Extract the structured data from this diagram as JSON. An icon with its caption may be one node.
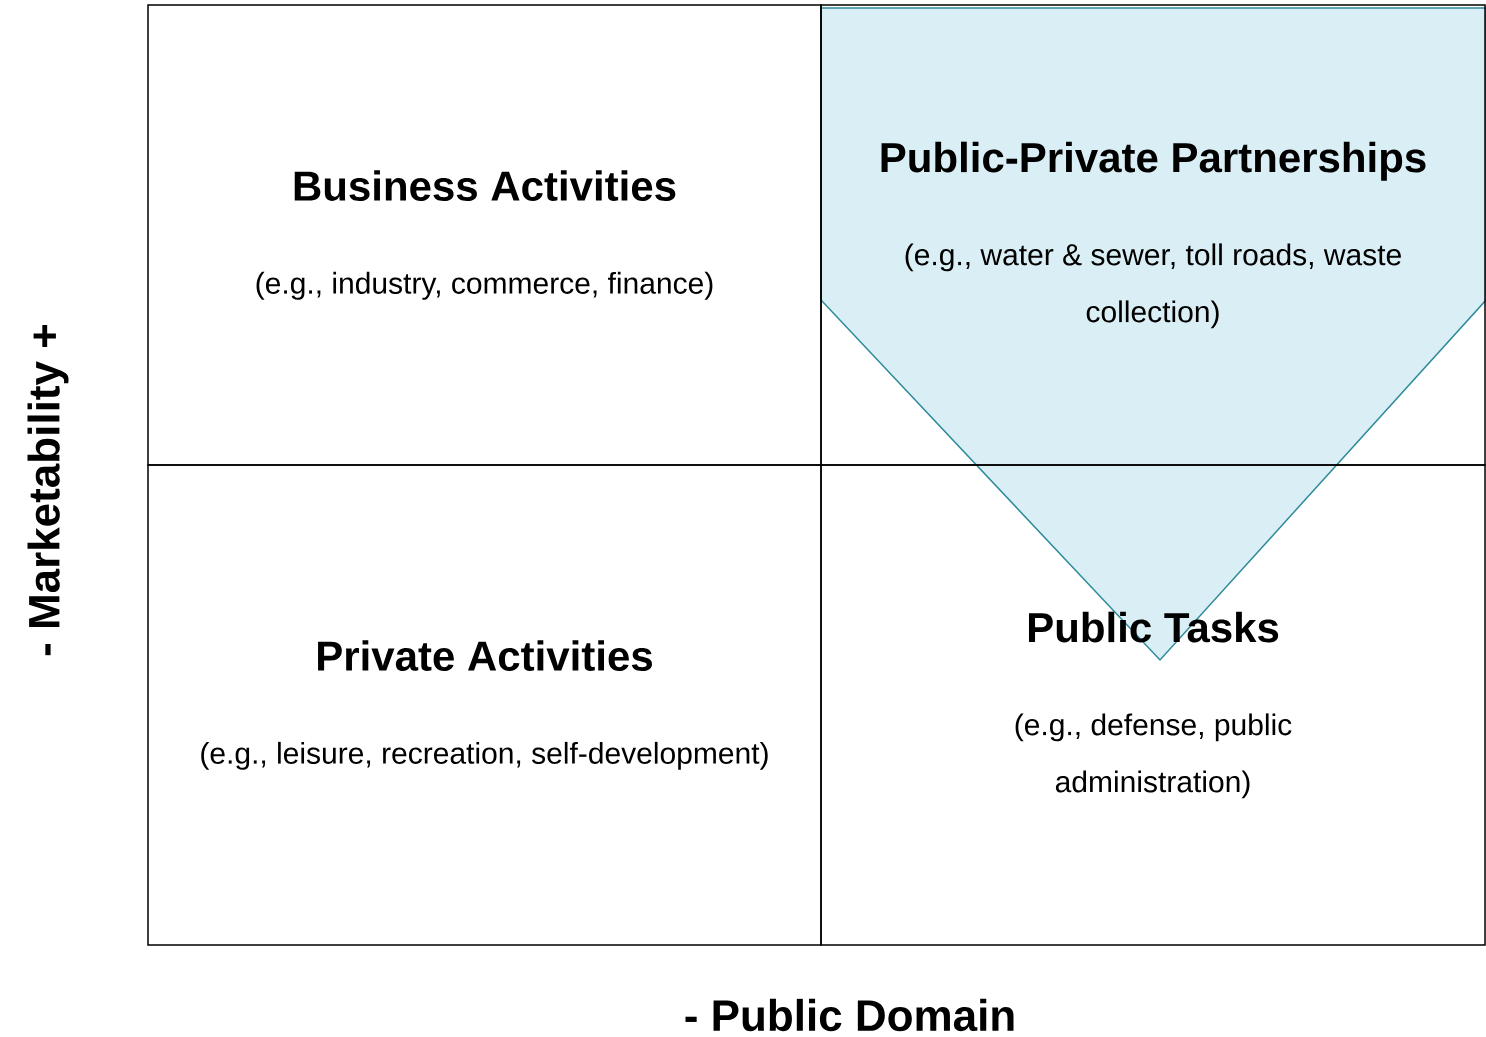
{
  "diagram": {
    "nodes": [
      {
        "text": [
          "Business Activities",
          "(e.g., industry, commerce, finance)"
        ]
      },
      {
        "text": [
          "Public-Private Partnerships",
          "(e.g., water & sewer, toll roads, waste collection)"
        ]
      },
      {
        "text": [
          "Private Activities",
          "(e.g., leisure, recreation, self-development)"
        ]
      },
      {
        "text": [
          "Public Tasks",
          "(e.g., defense, public administration)"
        ]
      }
    ],
    "labels": [
      "- Marketability +",
      "- Public Domain"
    ]
  }
}
